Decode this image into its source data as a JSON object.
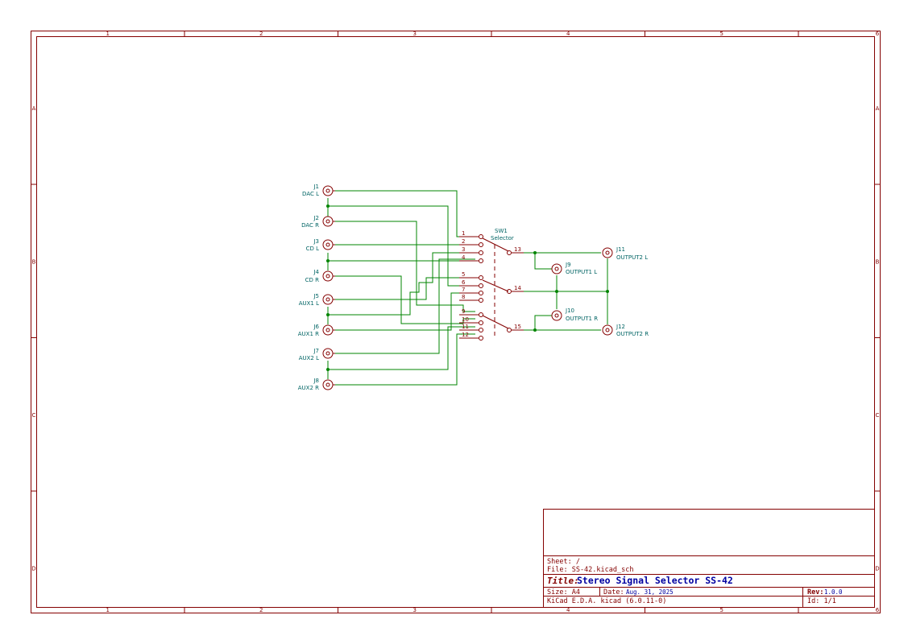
{
  "title_block": {
    "sheet": "Sheet: /",
    "file": "File: SS-42.kicad_sch",
    "title_label": "Title:",
    "title": "Stereo Signal Selector SS-42",
    "size": "Size: A4",
    "date_label": "Date:",
    "date": "Aug. 31, 2025",
    "rev_label": "Rev:",
    "rev": "1.0.0",
    "tool": "KiCad E.D.A.  kicad (6.0.11-0)",
    "id": "Id: 1/1"
  },
  "zones": {
    "columns": [
      "1",
      "2",
      "3",
      "4",
      "5",
      "6"
    ],
    "rows": [
      "A",
      "B",
      "C",
      "D"
    ]
  },
  "inputs": [
    {
      "ref": "J1",
      "value": "DAC L"
    },
    {
      "ref": "J2",
      "value": "DAC R"
    },
    {
      "ref": "J3",
      "value": "CD L"
    },
    {
      "ref": "J4",
      "value": "CD R"
    },
    {
      "ref": "J5",
      "value": "AUX1 L"
    },
    {
      "ref": "J6",
      "value": "AUX1 R"
    },
    {
      "ref": "J7",
      "value": "AUX2 L"
    },
    {
      "ref": "J8",
      "value": "AUX2 R"
    }
  ],
  "outputs": [
    {
      "ref": "J9",
      "value": "OUTPUT1 L"
    },
    {
      "ref": "J10",
      "value": "OUTPUT1 R"
    },
    {
      "ref": "J11",
      "value": "OUTPUT2 L"
    },
    {
      "ref": "J12",
      "value": "OUTPUT2 R"
    }
  ],
  "switch": {
    "ref": "SW1",
    "value": "Selector",
    "pins": [
      "1",
      "2",
      "3",
      "4",
      "5",
      "6",
      "7",
      "8",
      "9",
      "10",
      "11",
      "12"
    ],
    "commons": [
      "13",
      "14",
      "15"
    ]
  },
  "colors": {
    "frame": "#840000",
    "wire": "#008400",
    "reference": "#006464",
    "title": "#0000a0"
  }
}
